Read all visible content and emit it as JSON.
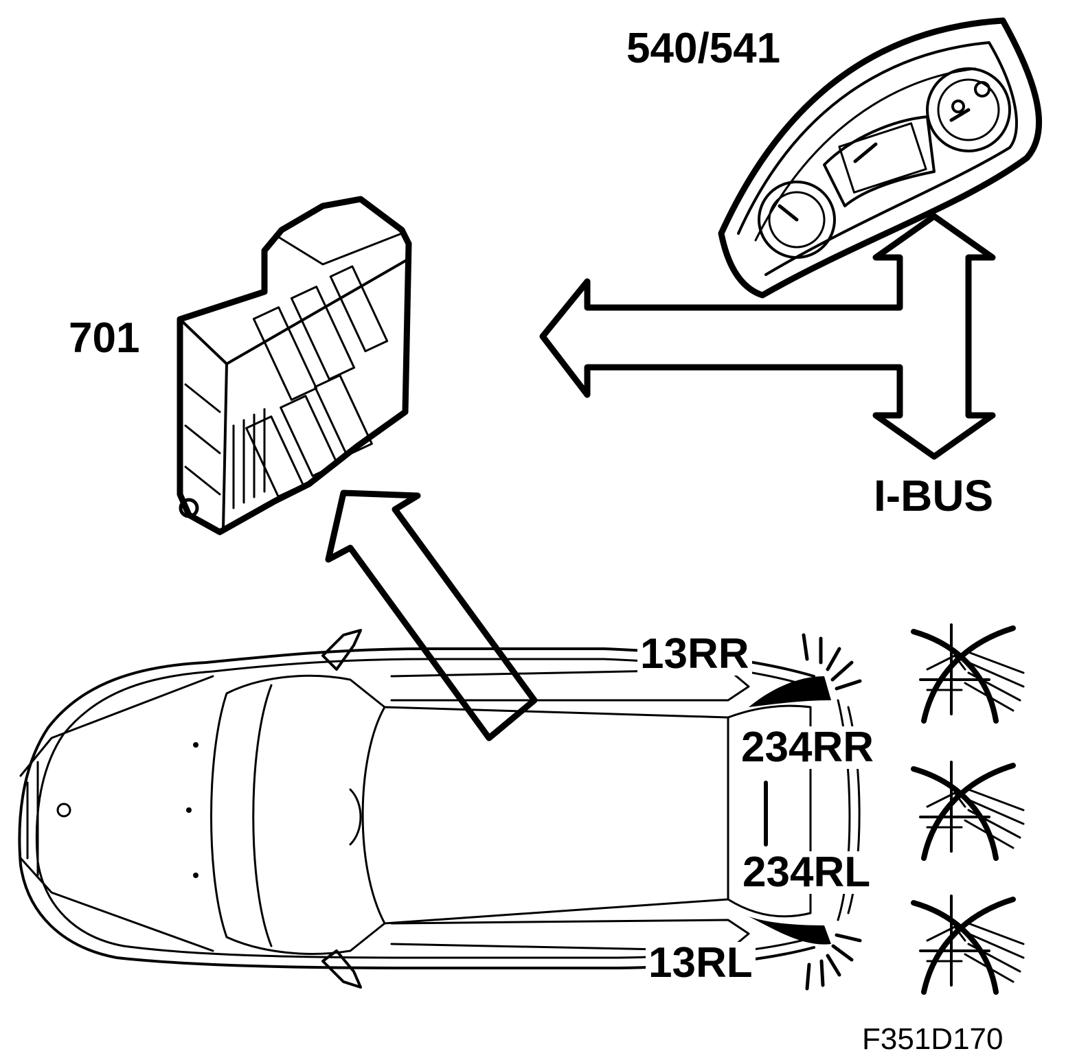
{
  "labels": {
    "instrument_cluster": "540/541",
    "control_module": "701",
    "bus": "I-BUS",
    "lamp_13rr": "13RR",
    "lamp_234rr": "234RR",
    "lamp_234rl": "234RL",
    "lamp_13rl": "13RL"
  },
  "figure_ref": "F351D170",
  "icons": {
    "cluster": "instrument-cluster-icon",
    "module": "control-module-icon",
    "car": "car-topview-icon",
    "lamp_fault": "lamp-off-crossed-icon"
  },
  "colors": {
    "ink": "#000000",
    "paper": "#ffffff"
  }
}
